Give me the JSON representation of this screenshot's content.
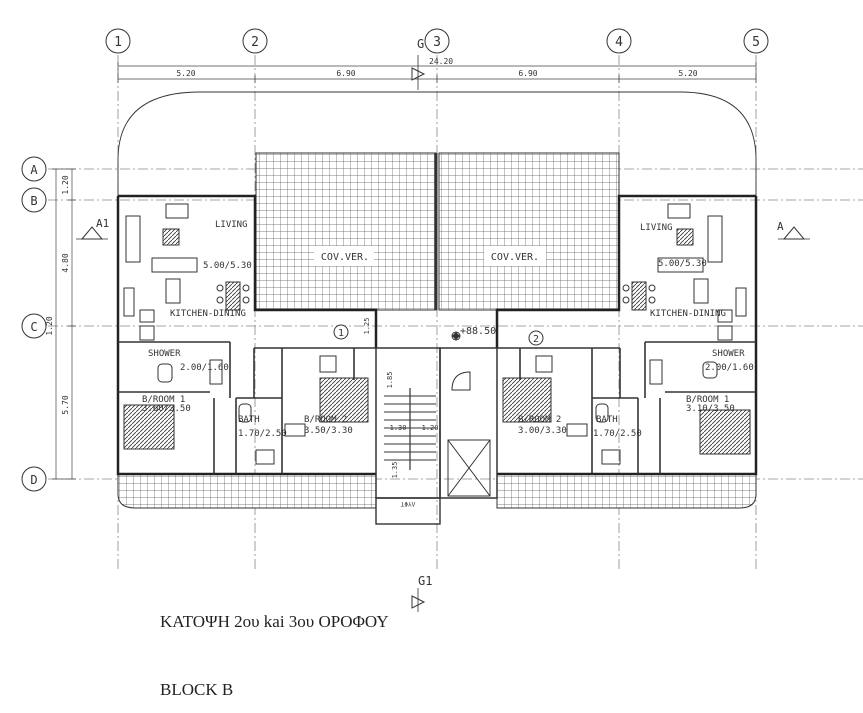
{
  "grid": {
    "columns": [
      "1",
      "2",
      "3",
      "4",
      "5"
    ],
    "rows": [
      "A",
      "B",
      "C",
      "D"
    ]
  },
  "dimensions": {
    "total": "24.20",
    "spans": [
      "5.20",
      "6.90",
      "6.90",
      "5.20"
    ],
    "vertical": [
      "1.20",
      "4.80",
      "1.20",
      "5.70"
    ],
    "stair": [
      "1.85",
      "1.30",
      "1.20",
      "1.35",
      "1.25"
    ]
  },
  "sections": {
    "g": "G",
    "g1": "G1",
    "a": "A",
    "a1": "A1"
  },
  "level": "+88.50",
  "flat_markers": [
    "1",
    "2"
  ],
  "rooms": {
    "cov_ver_left": "COV.VER.",
    "cov_ver_right": "COV.VER.",
    "living_left": "LIVING",
    "living_right": "LIVING",
    "living_size_left": "5.00/5.30",
    "living_size_right": "5.00/5.30",
    "kitchen_left": "KITCHEN-DINING",
    "kitchen_right": "KITCHEN-DINING",
    "shower_left": "SHOWER",
    "shower_right": "SHOWER",
    "shower_size_left": "2.00/1.60",
    "shower_size_right": "2.00/1.60",
    "bed1_left": "B/ROOM 1",
    "bed1_left_size": "3.60/3.50",
    "bed1_right": "B/ROOM 1",
    "bed1_right_size": "3.10/3.50",
    "bath_left": "BATH",
    "bath_left_size": "1.70/2.50",
    "bath_right": "BATH",
    "bath_right_size": "1.70/2.50",
    "bed2_left": "B/ROOM 2",
    "bed2_left_size": "3.50/3.30",
    "bed2_right": "B/ROOM 2",
    "bed2_right_size": "3.00/3.30",
    "lift": "ΛΥΦΤ"
  },
  "captions": {
    "floor": "ΚΑΤΟΨΗ 2ου kai 3ου ΟΡΟΦΟΥ",
    "block": "BLOCK B"
  }
}
